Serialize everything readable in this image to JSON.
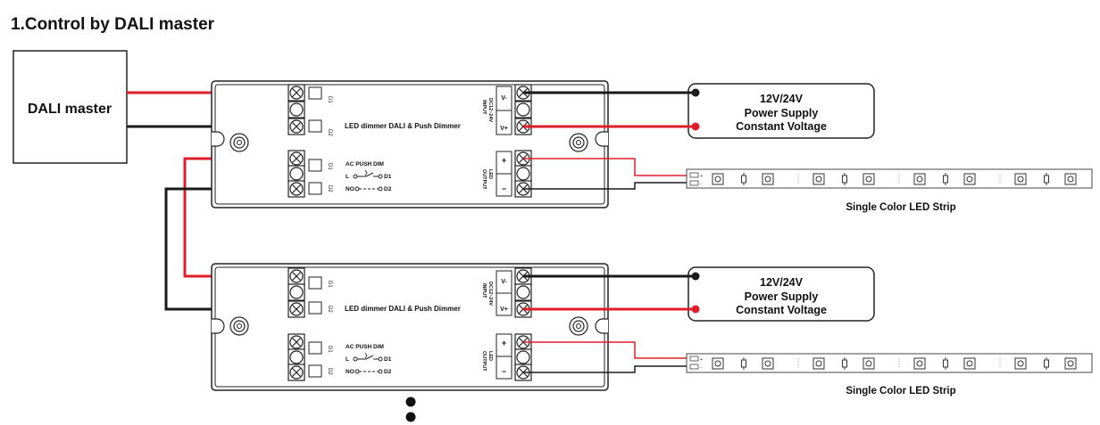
{
  "title": "1.Control by DALI master",
  "dali_master": {
    "label": "DALI master"
  },
  "dimmer": {
    "name": "LED dimmer DALI & Push Dimmer",
    "dali_terminals": [
      "D1",
      "D2"
    ],
    "push_terminals": [
      "D1",
      "D2"
    ],
    "input_label_1": "INPUT",
    "input_label_2": "DC12~24V",
    "input_minus": "V-",
    "input_plus": "V+",
    "output_label_1": "OUTPUT",
    "output_label_2": "LED",
    "output_plus": "+",
    "output_minus": "−",
    "ac_push_dim": "AC PUSH DIM",
    "switch_l": "L",
    "switch_n": "NO",
    "switch_d1": "D1",
    "switch_d2": "D2"
  },
  "power_supply": {
    "line1": "12V/24V",
    "line2": "Power Supply",
    "line3": "Constant Voltage"
  },
  "led_strip": {
    "label": "Single Color LED Strip",
    "plus": "+",
    "minus": "-"
  },
  "colors": {
    "red_wire": "#e01e2a",
    "black_wire": "#1a1a1a",
    "outline": "#222222"
  }
}
